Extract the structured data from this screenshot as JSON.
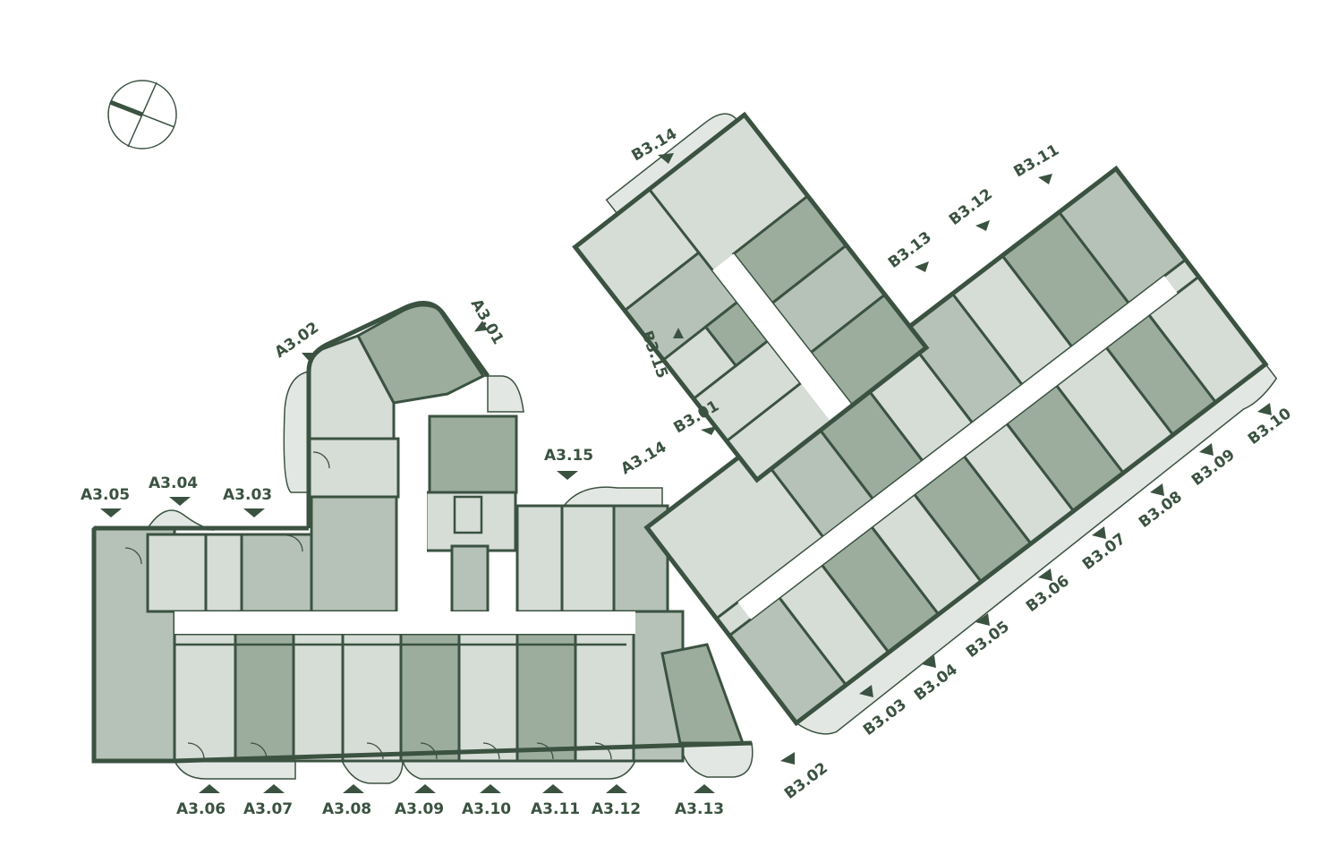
{
  "colors": {
    "wall": "#3b5241",
    "light": "#d6dcd6",
    "mid": "#b6c2b7",
    "dark": "#9cad9e"
  },
  "compass": {
    "icon": "north-arrow-icon"
  },
  "building_a": {
    "units": [
      "A3.01",
      "A3.02",
      "A3.03",
      "A3.04",
      "A3.05",
      "A3.06",
      "A3.07",
      "A3.08",
      "A3.09",
      "A3.10",
      "A3.11",
      "A3.12",
      "A3.13",
      "A3.14",
      "A3.15"
    ]
  },
  "building_b": {
    "units": [
      "B3.01",
      "B3.02",
      "B3.03",
      "B3.04",
      "B3.05",
      "B3.06",
      "B3.07",
      "B3.08",
      "B3.09",
      "B3.10",
      "B3.11",
      "B3.12",
      "B3.13",
      "B3.14",
      "B3.15"
    ]
  }
}
